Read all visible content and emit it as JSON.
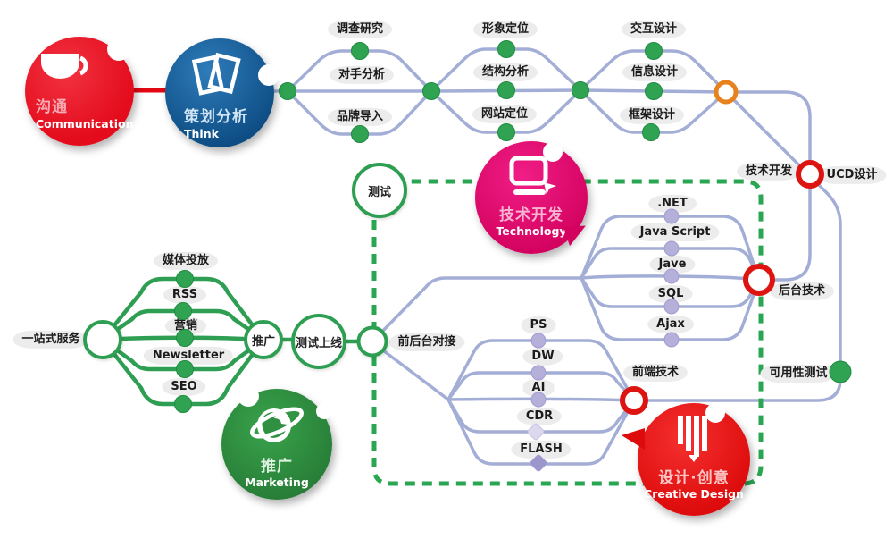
{
  "stickers": {
    "communication": {
      "zh": "沟通",
      "en": "Communication",
      "icon": "cup-icon",
      "color": "#e6101e"
    },
    "think": {
      "zh": "策划分析",
      "en": "Think",
      "icon": "documents-icon",
      "color": "#1a6aad"
    },
    "technology": {
      "zh": "技术开发",
      "en": "Technology",
      "icon": "computer-icon",
      "color": "#de0470"
    },
    "marketing": {
      "zh": "推广",
      "en": "Marketing",
      "icon": "globe-icon",
      "color": "#2e9040"
    },
    "creative": {
      "zh": "设计·创意",
      "en": "Creative Design",
      "icon": "striped-banner-icon",
      "color": "#ea1111"
    }
  },
  "top_flow": {
    "stage1": [
      "调查研究",
      "对手分析",
      "品牌导入"
    ],
    "stage2": [
      "形象定位",
      "结构分析",
      "网站定位"
    ],
    "stage3": [
      "交互设计",
      "信息设计",
      "框架设计"
    ]
  },
  "milestones": {
    "tech_dev": "技术开发",
    "ucd": "UCD设计",
    "usability": "可用性测试"
  },
  "backend": {
    "result": "后台技术",
    "items": [
      ".NET",
      "Java Script",
      "Jave",
      "SQL",
      "Ajax"
    ]
  },
  "frontend": {
    "result": "前端技术",
    "items": [
      "PS",
      "DW",
      "AI",
      "CDR",
      "FLASH"
    ]
  },
  "left_flow": {
    "source": "一站式服务",
    "channels": [
      "媒体投放",
      "RSS",
      "营销",
      "Newsletter",
      "SEO"
    ],
    "promote": "推广",
    "test_online": "测试上线",
    "test": "测试",
    "integration": "前后台对接"
  },
  "colors": {
    "flow_line": "#a3aed6",
    "green_line": "#2e9e52",
    "node_green": "#2fa351",
    "node_lavender": "#b5b0da",
    "ring_orange": "#e8821e",
    "ring_red": "#dd1410",
    "dashed_scope": "#2aa653",
    "red_connector": "#e30613"
  }
}
